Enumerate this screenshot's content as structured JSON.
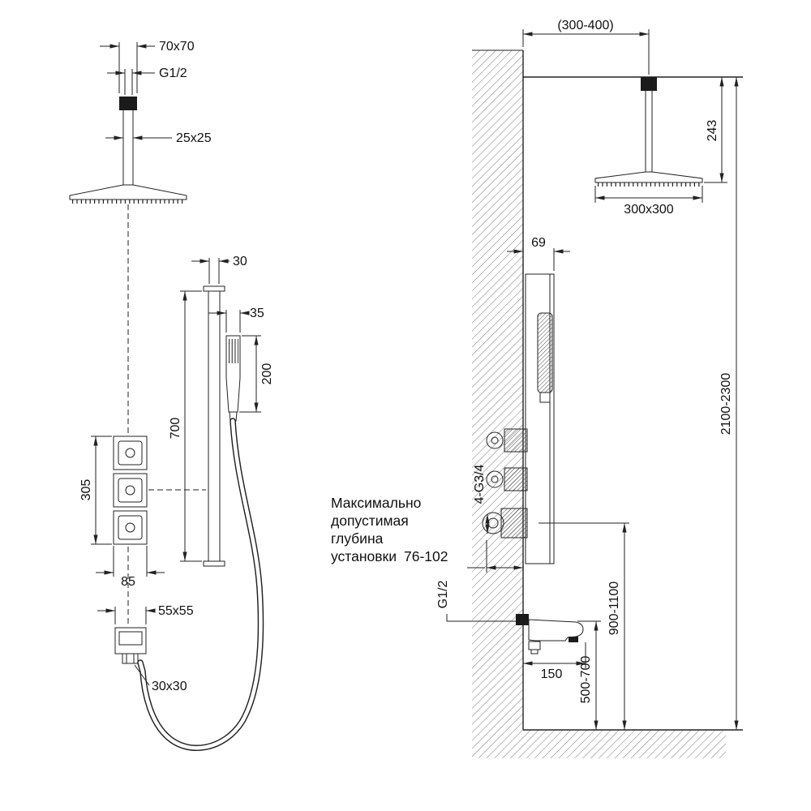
{
  "drawing": {
    "front_view": {
      "dim_head_plate": "70x70",
      "dim_head_thread": "G1/2",
      "dim_arm": "25x25",
      "dim_bar_width": "30",
      "dim_handshower_width": "35",
      "dim_handshower_length": "200",
      "dim_bar_length": "700",
      "dim_panel_height": "305",
      "dim_panel_width": "85",
      "dim_spout_plate": "55x55",
      "dim_spout": "30x30"
    },
    "side_view": {
      "dim_ceiling_offset": "(300-400)",
      "dim_arm_drop": "243",
      "dim_head_size": "300x300",
      "dim_panel_depth": "69",
      "dim_connections": "4-G3/4",
      "note_line1": "Максимально",
      "note_line2": "допустимая",
      "note_line3": "глубина",
      "note_line4": "установки",
      "dim_install_depth": "76-102",
      "dim_spout_thread": "G1/2",
      "dim_spout_length": "150",
      "dim_spout_height": "500-700",
      "dim_valve_height": "900-1100",
      "dim_total_height": "2100-2300"
    }
  }
}
